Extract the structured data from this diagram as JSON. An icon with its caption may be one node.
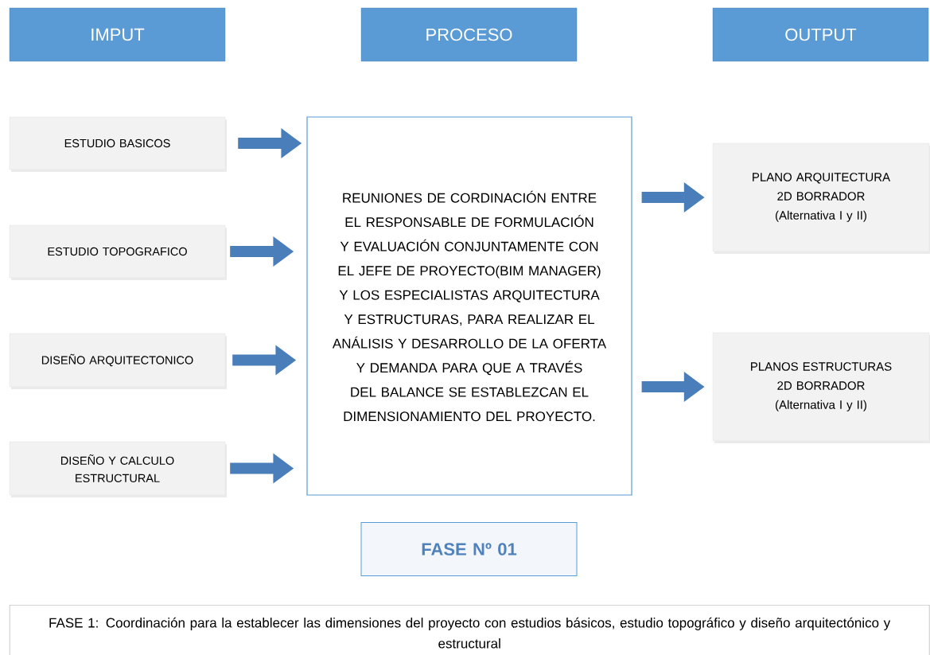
{
  "diagram": {
    "caption": "FASE 1: Coordinación para la establecer las dimensiones del proyecto con estudios básicos, estudio topográfico y diseño arquitectónico y estructural",
    "nodes": [
      {
        "text": [
          "IMPUT"
        ]
      },
      {
        "text": [
          "PROCESO"
        ]
      },
      {
        "text": [
          "OUTPUT"
        ]
      },
      {
        "text": [
          "ESTUDIO BASICOS"
        ]
      },
      {
        "text": [
          "ESTUDIO TOPOGRAFICO"
        ]
      },
      {
        "text": [
          "DISEÑO ARQUITECTONICO"
        ]
      },
      {
        "text": [
          "DISEÑO Y CALCULO ESTRUCTURAL"
        ]
      },
      {
        "text": [
          "REUNIONES DE CORDINACIÓN ENTRE EL RESPONSABLE DE FORMULACIÓN Y EVALUACIÓN CONJUNTAMENTE CON EL JEFE DE PROYECTO(BIM MANAGER) Y LOS ESPECIALISTAS ARQUITECTURA Y ESTRUCTURAS, PARA REALIZAR EL ANÁLISIS Y DESARROLLO DE LA OFERTA Y DEMANDA PARA QUE A TRAVÉS DEL BALANCE SE ESTABLEZCAN EL DIMENSIONAMIENTO DEL PROYECTO."
        ]
      },
      {
        "text": [
          "PLANO ARQUITECTURA 2D BORRADOR",
          "(Alternativa I y II)"
        ]
      },
      {
        "text": [
          "PLANOS ESTRUCTURAS 2D BORRADOR",
          "(Alternativa I y II)"
        ]
      },
      {
        "text": [
          "FASE Nº 01"
        ]
      }
    ],
    "edges": [
      {
        "from": 3,
        "to": 7,
        "arrow": "to"
      },
      {
        "from": 4,
        "to": 7,
        "arrow": "to"
      },
      {
        "from": 5,
        "to": 7,
        "arrow": "to"
      },
      {
        "from": 6,
        "to": 7,
        "arrow": "to"
      },
      {
        "from": 7,
        "to": 8,
        "arrow": "to"
      },
      {
        "from": 7,
        "to": 9,
        "arrow": "to"
      }
    ]
  }
}
